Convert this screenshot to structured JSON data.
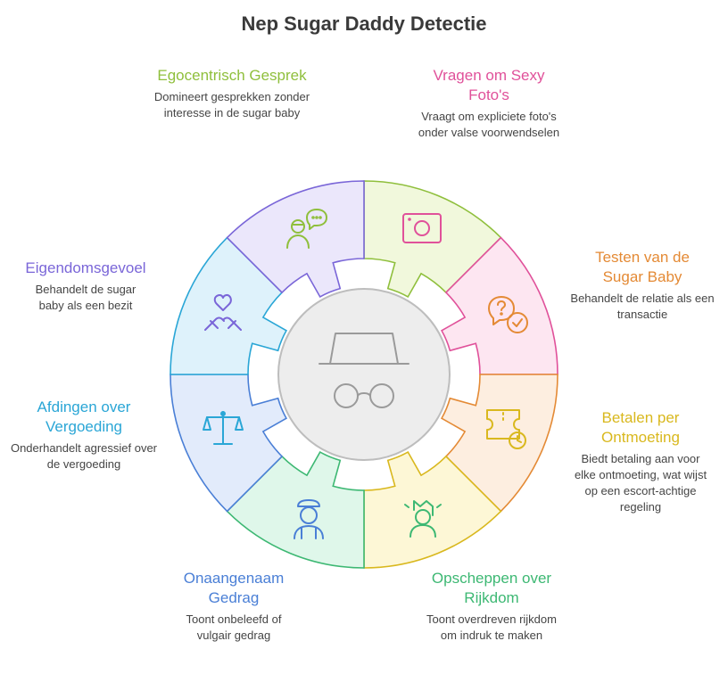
{
  "title": "Nep Sugar Daddy Detectie",
  "segments": [
    {
      "title": "Egocentrisch Gesprek",
      "desc": "Domineert gesprekken zonder interesse in de sugar baby",
      "color": "#8fbf3c",
      "fill": "#f1f8dc",
      "icon": "chat-person-icon"
    },
    {
      "title": "Vragen om Sexy Foto's",
      "desc": "Vraagt om expliciete foto's onder valse voorwendselen",
      "color": "#e0519a",
      "fill": "#fde6f1",
      "icon": "camera-icon"
    },
    {
      "title": "Testen van de Sugar Baby",
      "desc": "Behandelt de relatie als een transactie",
      "color": "#e48a35",
      "fill": "#fdeee0",
      "icon": "question-chat-icon"
    },
    {
      "title": "Betalen per Ontmoeting",
      "desc": "Biedt betaling aan voor elke ontmoeting, wat wijst op een escort-achtige regeling",
      "color": "#d9b81e",
      "fill": "#fdf7d6",
      "icon": "ticket-clock-icon"
    },
    {
      "title": "Opscheppen over Rijkdom",
      "desc": "Toont overdreven rijkdom om indruk te maken",
      "color": "#3db873",
      "fill": "#dff7ea",
      "icon": "king-icon"
    },
    {
      "title": "Onaangenaam Gedrag",
      "desc": "Toont onbeleefd of vulgair gedrag",
      "color": "#4a7fd6",
      "fill": "#e2ebfb",
      "icon": "rude-person-icon"
    },
    {
      "title": "Afdingen over Vergoeding",
      "desc": "Onderhandelt agressief over de vergoeding",
      "color": "#2aa6d6",
      "fill": "#def2fb",
      "icon": "scale-icon"
    },
    {
      "title": "Eigendomsgevoel",
      "desc": "Behandelt de sugar baby als een bezit",
      "color": "#7a66d8",
      "fill": "#ebe7fb",
      "icon": "heart-hands-icon"
    }
  ],
  "center": {
    "icon": "incognito-icon",
    "ring_color": "#bdbdbd",
    "fill": "#ededed"
  }
}
